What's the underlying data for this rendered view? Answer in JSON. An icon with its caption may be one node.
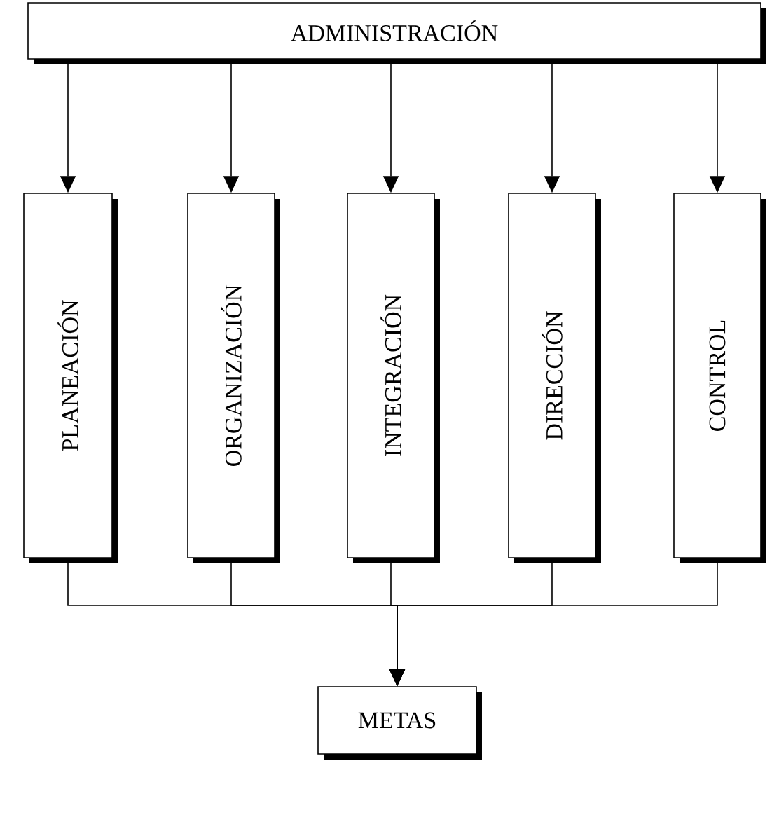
{
  "diagram": {
    "nodes": [
      {
        "text": [
          "ADMINISTRACIÓN"
        ]
      },
      {
        "text": [
          "PLANEACIÓN"
        ]
      },
      {
        "text": [
          "ORGANIZACIÓN"
        ]
      },
      {
        "text": [
          "INTEGRACIÓN"
        ]
      },
      {
        "text": [
          "DIRECCIÓN"
        ]
      },
      {
        "text": [
          "CONTROL"
        ]
      },
      {
        "text": [
          "METAS"
        ]
      }
    ],
    "edges": [
      {
        "from": 0,
        "to": 1,
        "arrow": "to"
      },
      {
        "from": 0,
        "to": 2,
        "arrow": "to"
      },
      {
        "from": 0,
        "to": 3,
        "arrow": "to"
      },
      {
        "from": 0,
        "to": 4,
        "arrow": "to"
      },
      {
        "from": 0,
        "to": 5,
        "arrow": "to"
      },
      {
        "from": 1,
        "to": 6,
        "arrow": "to"
      },
      {
        "from": 2,
        "to": 6,
        "arrow": "to"
      },
      {
        "from": 3,
        "to": 6,
        "arrow": "to"
      },
      {
        "from": 4,
        "to": 6,
        "arrow": "to"
      },
      {
        "from": 5,
        "to": 6,
        "arrow": "to"
      }
    ]
  }
}
